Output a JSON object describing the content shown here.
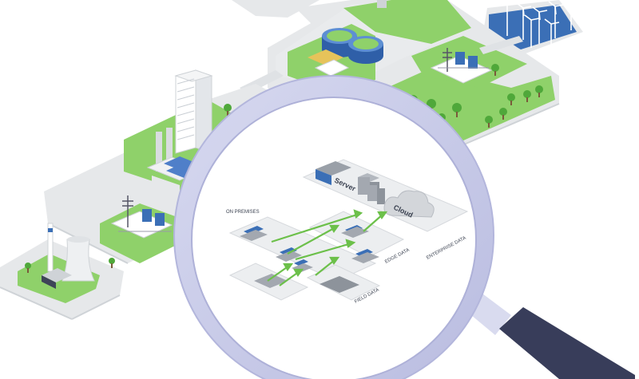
{
  "labels": {
    "server": "Server",
    "cloud": "Cloud",
    "on_premises": "ON PREMISES",
    "edge_data": "EDGE DATA",
    "enterprise_data": "ENTERPRISE DATA",
    "field_data": "FIELD DATA"
  },
  "colors": {
    "background": "#ffffff",
    "platform": "#e6e8ea",
    "platform_edge": "#cfd3d7",
    "grass": "#8fd16a",
    "accent_green": "#6cc04a",
    "lens_ring": "#c9cbe8",
    "handle": "#383d5a",
    "building_blue": "#3b6fb6",
    "solar_panel": "#4f7fc9"
  },
  "icons": [
    "magnifying-glass-icon",
    "wind-turbine-icon",
    "cooling-tower-icon",
    "skyscraper-icon",
    "solar-panel-icon",
    "substation-icon",
    "water-tank-icon",
    "tree-icon",
    "server-rack-icon",
    "cloud-icon"
  ]
}
